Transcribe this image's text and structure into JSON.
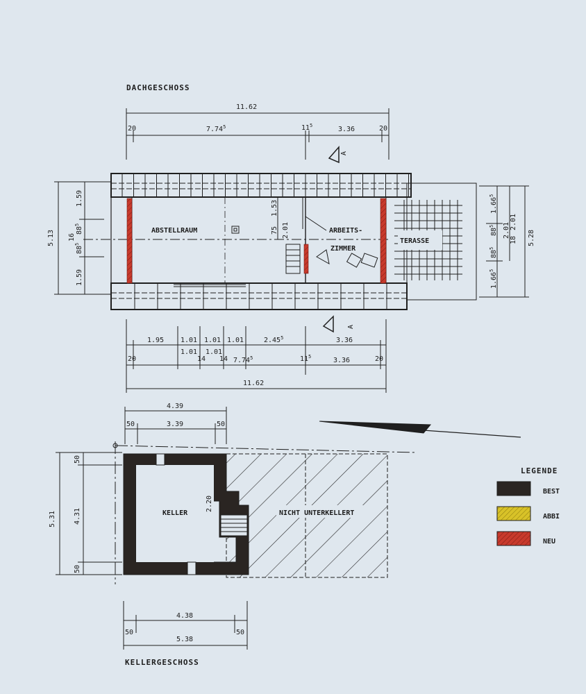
{
  "colors": {
    "paper": "#dfe7ee",
    "line": "#1f1f1f",
    "bestand": "#2a2522",
    "abbruch": "#d8c228",
    "neu": "#c83a2c"
  },
  "dachgeschoss": {
    "title": "DACHGESCHOSS",
    "rooms": {
      "abstellraum": "ABSTELLRAUM",
      "arbeitszimmer_1": "ARBEITS-",
      "arbeitszimmer_2": "ZIMMER",
      "terasse": "TERASSE"
    },
    "section_mark": "A",
    "top_dims": {
      "total": "11.62",
      "left_wall": "20",
      "left_span": "7.74",
      "left_span_sup": "5",
      "mid_wall": "11",
      "mid_wall_sup": "5",
      "right_span": "3.36",
      "right_wall": "20"
    },
    "bottom_dims": {
      "row1": [
        "1.95",
        "1.01",
        "1.01",
        "1.01",
        "2.45",
        "3.36"
      ],
      "row1_sup": "5",
      "row2": [
        "1.01",
        "14",
        "1.01",
        "14",
        "7.74"
      ],
      "row2_sup": "5",
      "row3": [
        "20",
        "11",
        "3.36",
        "20"
      ],
      "row3_sup": "5",
      "total": "11.62"
    },
    "left_dims": {
      "total": "5.13",
      "top": "1.59",
      "mid1": "88",
      "mid1_sup": "5",
      "mid_small": "16",
      "mid2": "88",
      "mid2_sup": "5",
      "bottom": "1.59"
    },
    "inner_dims": [
      "1.53",
      "75",
      "2.01"
    ],
    "right_dims": {
      "total": "5.28",
      "top": "1.66",
      "top_sup": "5",
      "mid1": "88",
      "mid1_sup": "5",
      "mid2": "88",
      "mid2_sup": "5",
      "bottom": "1.66",
      "bottom_sup": "5",
      "inner_a": "2.01",
      "inner_b": "18",
      "inner_c": "2.01"
    }
  },
  "kellergeschoss": {
    "title": "KELLERGESCHOSS",
    "rooms": {
      "keller": "KELLER",
      "nicht_unterkellert": "NICHT UNTERKELLERT",
      "stair_dim": "2.20"
    },
    "top_dims": {
      "total": "4.39",
      "left": "50",
      "middle": "3.39",
      "right": "50"
    },
    "left_dims": {
      "total": "5.31",
      "inner": "4.31",
      "top": "50",
      "bottom": "50"
    },
    "bottom_dims": {
      "inner": "4.38",
      "left": "50",
      "total": "5.38",
      "right": "50"
    }
  },
  "legend": {
    "title": "LEGENDE",
    "items": [
      {
        "label": "BEST",
        "swatch": "bestand"
      },
      {
        "label": "ABBI",
        "swatch": "abbruch"
      },
      {
        "label": "NEU",
        "swatch": "neu"
      }
    ]
  }
}
